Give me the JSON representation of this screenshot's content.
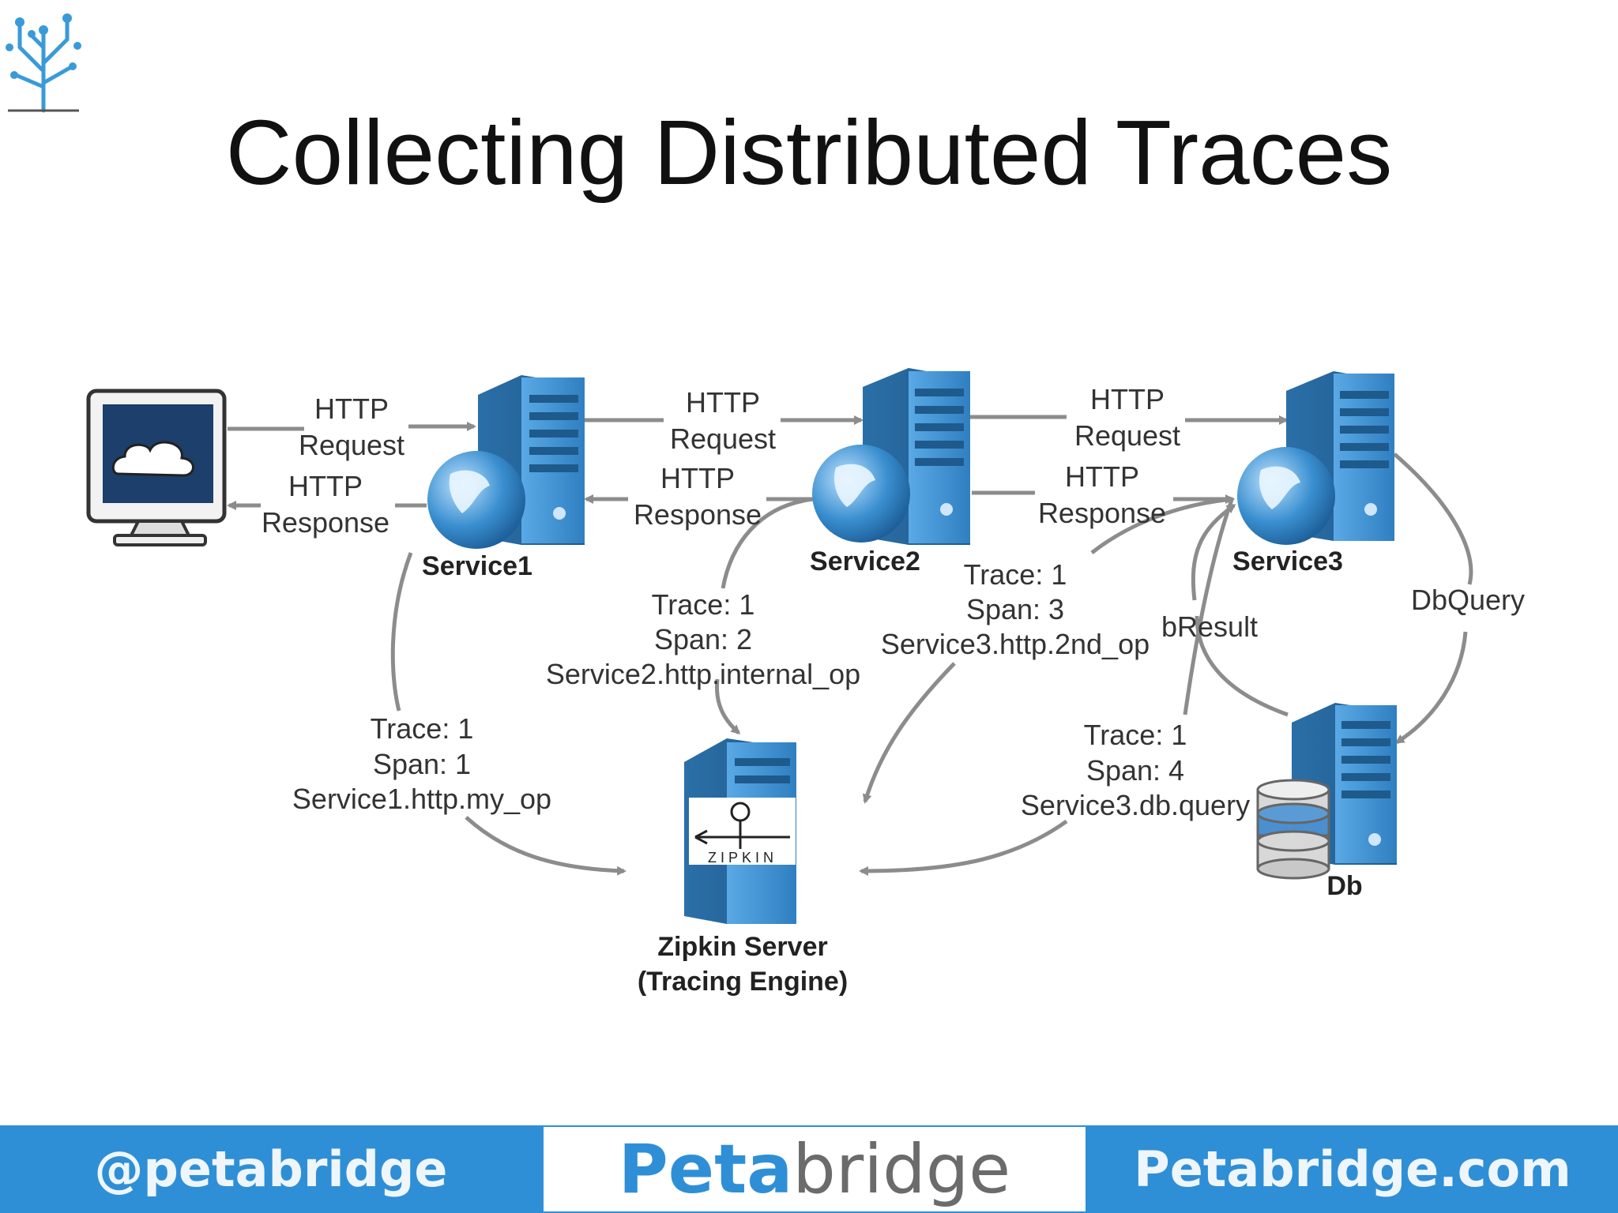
{
  "title": "Collecting Distributed Traces",
  "nodes": {
    "service1": "Service1",
    "service2": "Service2",
    "service3": "Service3",
    "db": "Db",
    "zipkin_line1": "Zipkin Server",
    "zipkin_line2": "(Tracing Engine)",
    "zipkin_logo_text": "ZIPKIN"
  },
  "edges": {
    "client_req": [
      "HTTP",
      "Request"
    ],
    "client_resp": [
      "HTTP",
      "Response"
    ],
    "s1_s2_req": [
      "HTTP",
      "Request"
    ],
    "s2_s1_resp": [
      "HTTP",
      "Response"
    ],
    "s2_s3_req": [
      "HTTP",
      "Request"
    ],
    "s3_s2_resp": [
      "HTTP",
      "Response"
    ],
    "db_query": "DbQuery",
    "db_result": "bResult"
  },
  "traces": {
    "t1": [
      "Trace: 1",
      "Span: 1",
      "Service1.http.my_op"
    ],
    "t2": [
      "Trace: 1",
      "Span: 2",
      "Service2.http.internal_op"
    ],
    "t3": [
      "Trace: 1",
      "Span: 3",
      "Service3.http.2nd_op"
    ],
    "t4": [
      "Trace: 1",
      "Span: 4",
      "Service3.db.query"
    ]
  },
  "footer": {
    "left": "@petabridge",
    "brand_a": "Peta",
    "brand_b": "bridge",
    "right": "Petabridge.com"
  },
  "colors": {
    "server_blue": "#3a8fd0",
    "arrow_gray": "#8c8c8c",
    "footer_blue": "#2f8fd6"
  }
}
